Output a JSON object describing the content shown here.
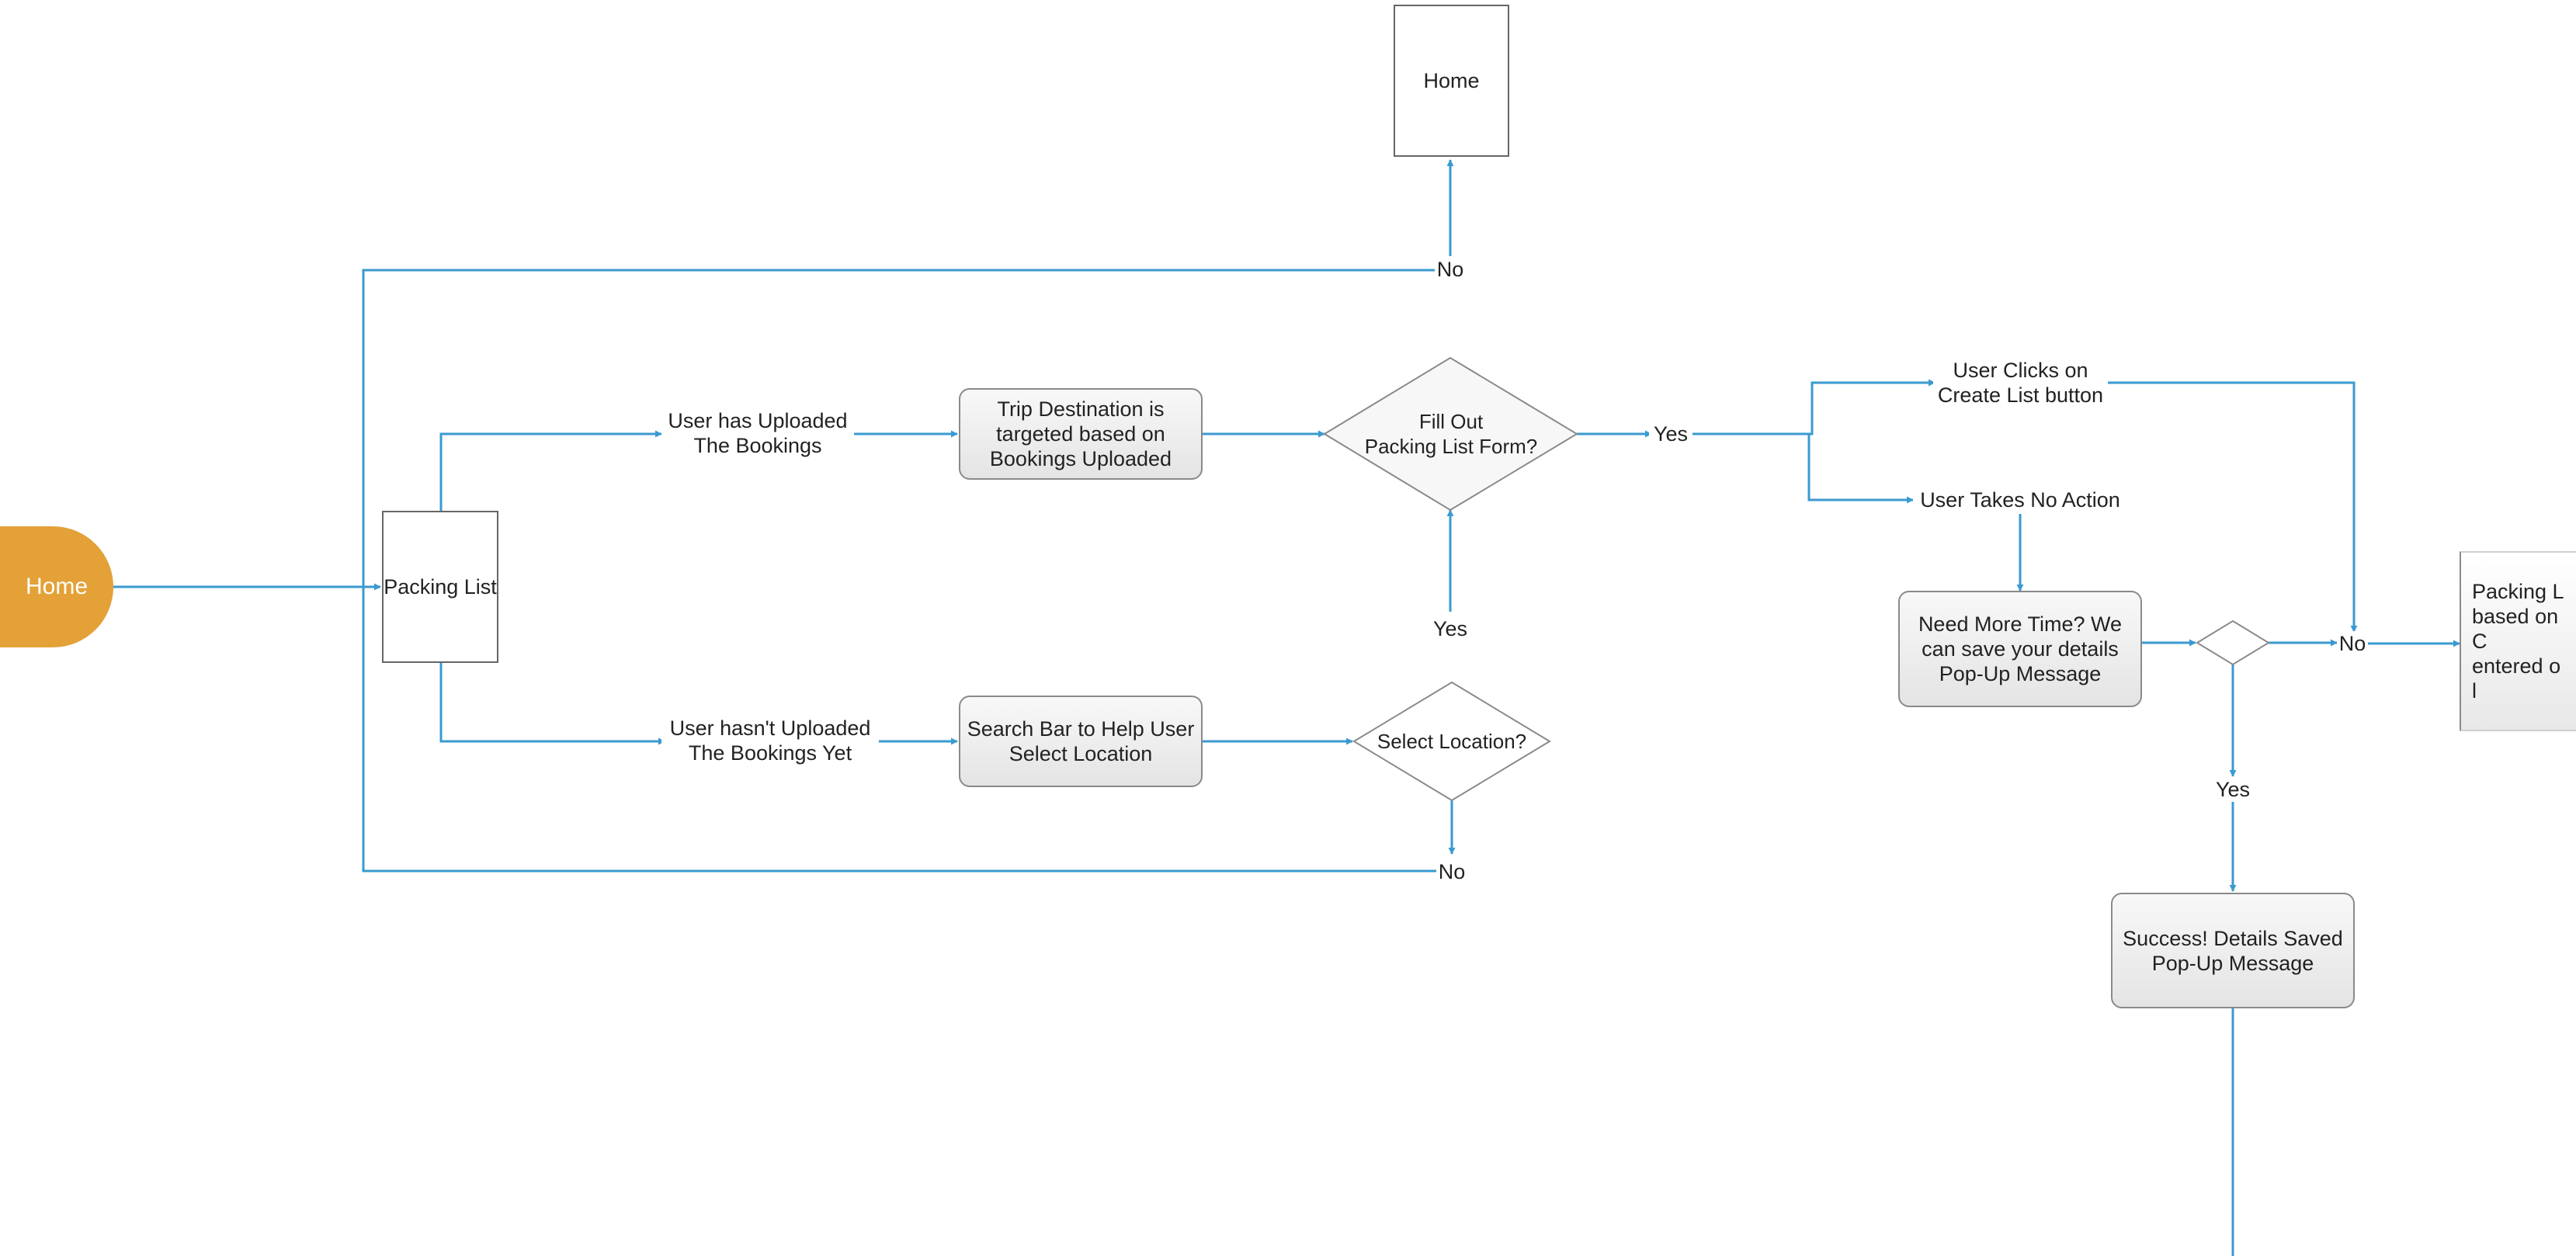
{
  "colors": {
    "connector": "#3a9ad0",
    "start_node": "#e3a137",
    "node_border": "#8a8a8a"
  },
  "nodes": {
    "home_start": "Home",
    "home_top": "Home",
    "packing_list": "Packing List",
    "trip_destination": "Trip Destination is\ntargeted based on\nBookings Uploaded",
    "fill_out_form": "Fill Out\nPacking List Form?",
    "search_bar": "Search Bar to Help User\nSelect Location",
    "select_location": "Select Location?",
    "need_more_time": "Need More Time? We\ncan save your details\nPop-Up Message",
    "success_saved": "Success! Details Saved\nPop-Up Message",
    "packing_list_result": "Packing L\nbased on C\nentered o\nl"
  },
  "labels": {
    "no_top": "No",
    "user_uploaded": "User has Uploaded\nThe Bookings",
    "user_not_uploaded": "User hasn't Uploaded\nThe Bookings Yet",
    "yes_fill_below": "Yes",
    "yes_form": "Yes",
    "user_clicks": "User Clicks on\nCreate List button",
    "user_no_action": "User Takes No Action",
    "no_bottom": "No",
    "no_right": "No",
    "yes_save": "Yes"
  }
}
